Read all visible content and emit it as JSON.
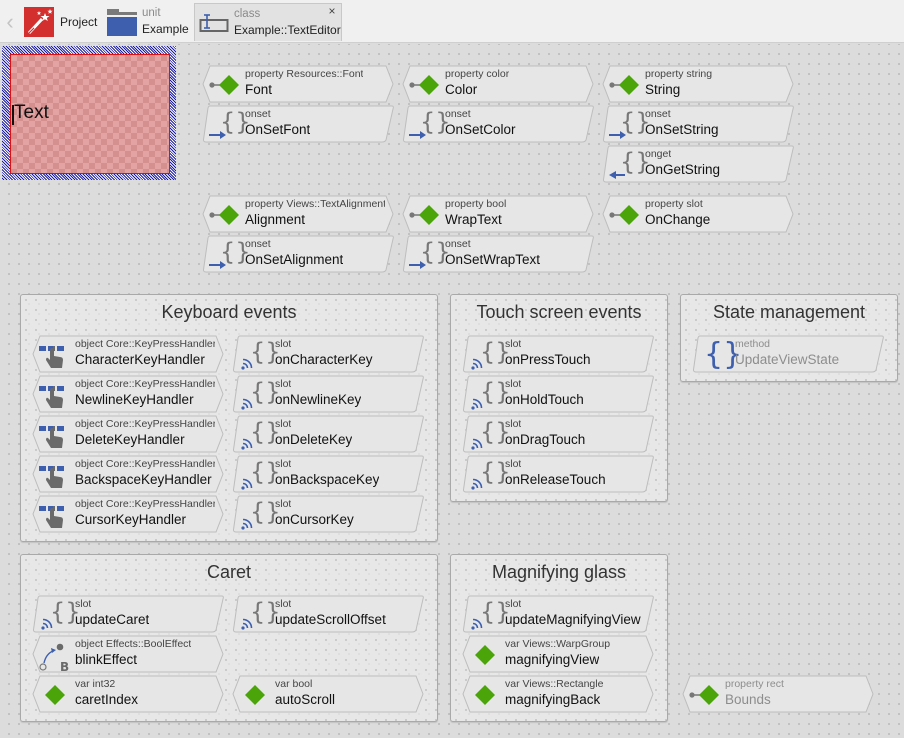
{
  "topbar": {
    "back_icon": "chevron-left-icon",
    "crumbs": [
      {
        "icon": "magic-wand-icon",
        "label": "Project"
      },
      {
        "icon": "folder-icon",
        "kind": "unit",
        "label": "Example"
      },
      {
        "icon": "text-editor-class-icon",
        "kind": "class",
        "label": "Example::TextEditor"
      }
    ],
    "close_icon": "×"
  },
  "preview": {
    "text": "Text"
  },
  "colors": {
    "accent_blue": "#3d5fae",
    "property_green": "#4aa40a",
    "project_red": "#d32f2f",
    "selection_border": "#e01010"
  },
  "members": {
    "font": {
      "kind": "property Resources::Font",
      "name": "Font"
    },
    "on_set_font": {
      "kind": "onset",
      "name": "OnSetFont"
    },
    "color": {
      "kind": "property color",
      "name": "Color"
    },
    "on_set_color": {
      "kind": "onset",
      "name": "OnSetColor"
    },
    "string": {
      "kind": "property string",
      "name": "String"
    },
    "on_set_string": {
      "kind": "onset",
      "name": "OnSetString"
    },
    "on_get_string": {
      "kind": "onget",
      "name": "OnGetString"
    },
    "alignment": {
      "kind": "property Views::TextAlignment",
      "name": "Alignment"
    },
    "on_set_alignment": {
      "kind": "onset",
      "name": "OnSetAlignment"
    },
    "wrap_text": {
      "kind": "property bool",
      "name": "WrapText"
    },
    "on_set_wrap_text": {
      "kind": "onset",
      "name": "OnSetWrapText"
    },
    "on_change": {
      "kind": "property slot",
      "name": "OnChange"
    },
    "bounds": {
      "kind": "property rect",
      "name": "Bounds"
    }
  },
  "groups": {
    "keyboard": {
      "title": "Keyboard events",
      "handlers": [
        {
          "kind": "object Core::KeyPressHandler",
          "name": "CharacterKeyHandler"
        },
        {
          "kind": "object Core::KeyPressHandler",
          "name": "NewlineKeyHandler"
        },
        {
          "kind": "object Core::KeyPressHandler",
          "name": "DeleteKeyHandler"
        },
        {
          "kind": "object Core::KeyPressHandler",
          "name": "BackspaceKeyHandler"
        },
        {
          "kind": "object Core::KeyPressHandler",
          "name": "CursorKeyHandler"
        }
      ],
      "slots": [
        {
          "kind": "slot",
          "name": "onCharacterKey"
        },
        {
          "kind": "slot",
          "name": "onNewlineKey"
        },
        {
          "kind": "slot",
          "name": "onDeleteKey"
        },
        {
          "kind": "slot",
          "name": "onBackspaceKey"
        },
        {
          "kind": "slot",
          "name": "onCursorKey"
        }
      ]
    },
    "touch": {
      "title": "Touch screen events",
      "slots": [
        {
          "kind": "slot",
          "name": "onPressTouch"
        },
        {
          "kind": "slot",
          "name": "onHoldTouch"
        },
        {
          "kind": "slot",
          "name": "onDragTouch"
        },
        {
          "kind": "slot",
          "name": "onReleaseTouch"
        }
      ]
    },
    "state": {
      "title": "State management",
      "method": {
        "kind": "method",
        "name": "UpdateViewState"
      }
    },
    "caret": {
      "title": "Caret",
      "update_caret": {
        "kind": "slot",
        "name": "updateCaret"
      },
      "update_scroll_offset": {
        "kind": "slot",
        "name": "updateScrollOffset"
      },
      "blink_effect": {
        "kind": "object Effects::BoolEffect",
        "name": "blinkEffect",
        "badge": "B"
      },
      "caret_index": {
        "kind": "var int32",
        "name": "caretIndex"
      },
      "auto_scroll": {
        "kind": "var bool",
        "name": "autoScroll"
      }
    },
    "magnify": {
      "title": "Magnifying glass",
      "update_view": {
        "kind": "slot",
        "name": "updateMagnifyingView"
      },
      "view": {
        "kind": "var Views::WarpGroup",
        "name": "magnifyingView"
      },
      "back": {
        "kind": "var Views::Rectangle",
        "name": "magnifyingBack"
      }
    }
  }
}
